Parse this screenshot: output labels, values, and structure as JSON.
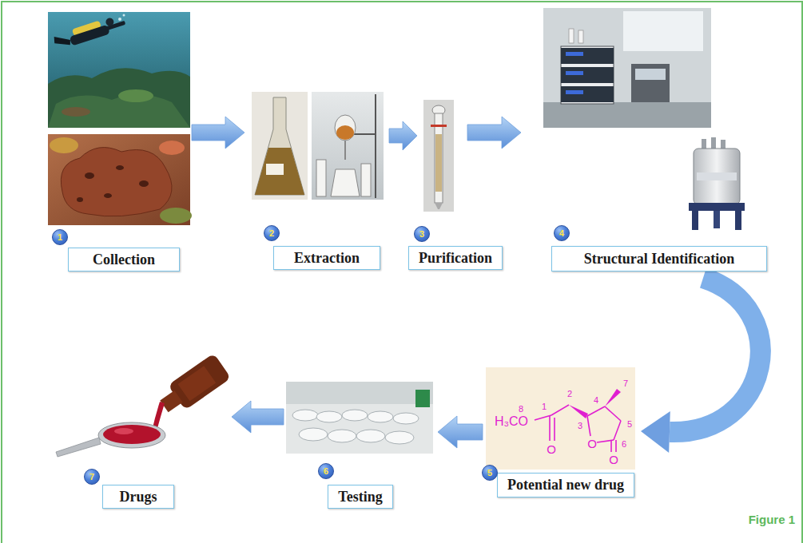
{
  "diagram": {
    "caption": "Figure 1",
    "nodes": [
      {
        "text": [
          "1"
        ]
      },
      {
        "text": [
          "Collection"
        ]
      },
      {
        "text": [
          "2"
        ]
      },
      {
        "text": [
          "Extraction"
        ]
      },
      {
        "text": [
          "3"
        ]
      },
      {
        "text": [
          "Purification"
        ]
      },
      {
        "text": [
          "4"
        ]
      },
      {
        "text": [
          "Structural Identification"
        ]
      },
      {
        "text": [
          "5"
        ]
      },
      {
        "text": [
          "Potential new drug"
        ]
      },
      {
        "text": [
          "6"
        ]
      },
      {
        "text": [
          "Testing"
        ]
      },
      {
        "text": [
          "7"
        ]
      },
      {
        "text": [
          "Drugs"
        ]
      }
    ],
    "edges": [
      {
        "from": 1,
        "to": 3,
        "arrow": "to"
      },
      {
        "from": 3,
        "to": 5,
        "arrow": "to"
      },
      {
        "from": 5,
        "to": 7,
        "arrow": "to"
      },
      {
        "from": 7,
        "to": 9,
        "arrow": "to"
      },
      {
        "from": 9,
        "to": 11,
        "arrow": "to"
      },
      {
        "from": 11,
        "to": 13,
        "arrow": "to"
      }
    ],
    "labels": [
      "8",
      "H₃CO",
      "1",
      "O",
      "2",
      "3",
      "4",
      "7",
      "5",
      "6",
      "O",
      "O"
    ]
  }
}
